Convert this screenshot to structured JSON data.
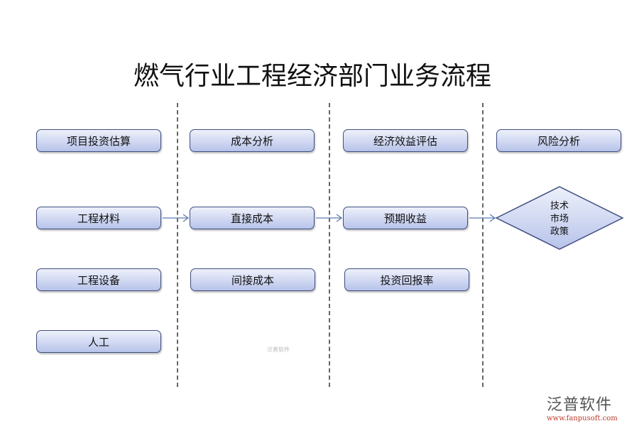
{
  "title": "燃气行业工程经济部门业务流程",
  "columns": [
    {
      "header": "项目投资估算",
      "items": [
        "工程材料",
        "工程设备",
        "人工"
      ]
    },
    {
      "header": "成本分析",
      "items": [
        "直接成本",
        "间接成本"
      ]
    },
    {
      "header": "经济效益评估",
      "items": [
        "预期收益",
        "投资回报率"
      ]
    },
    {
      "header": "风险分析",
      "diamond": [
        "技术",
        "市场",
        "政策"
      ]
    }
  ],
  "watermark": "泛普软件",
  "logo": {
    "name": "泛普软件",
    "url": "www.fanpusoft.com"
  },
  "colors": {
    "box_border": "#3f4f80",
    "box_fill_top": "#eef1fb",
    "box_fill_bottom": "#b7c3ea",
    "arrow": "#5b7bb0"
  }
}
